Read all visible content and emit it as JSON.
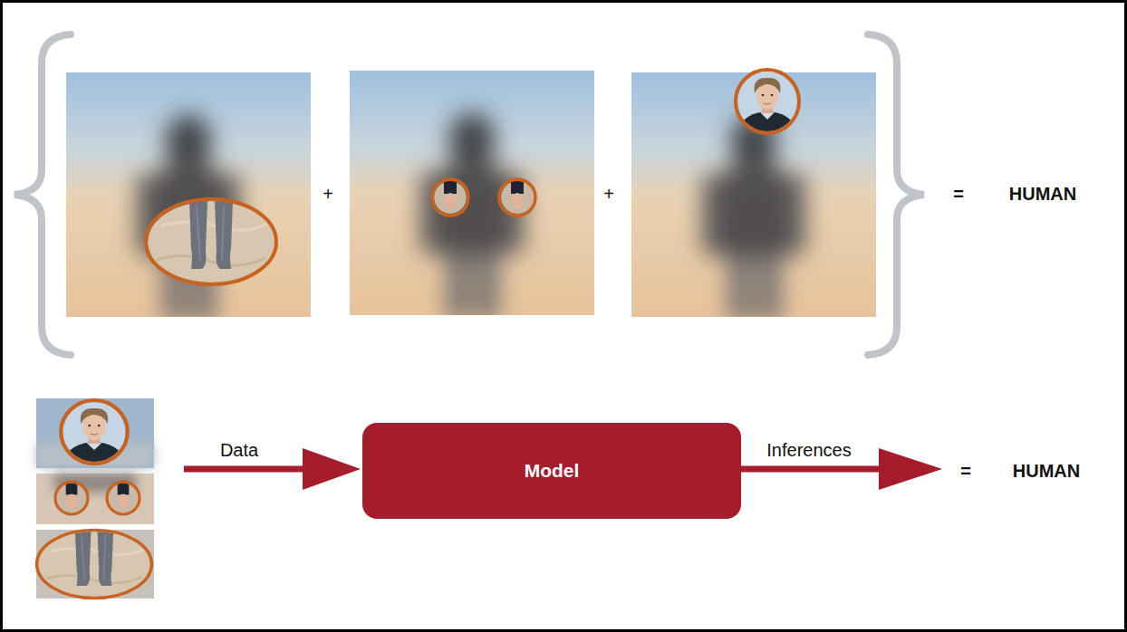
{
  "diagram": {
    "nodes": [
      {
        "text": [
          "Model"
        ]
      }
    ],
    "labels": [
      "+",
      "+",
      "=",
      "HUMAN",
      "Data",
      "Inferences",
      "=",
      "HUMAN"
    ]
  }
}
